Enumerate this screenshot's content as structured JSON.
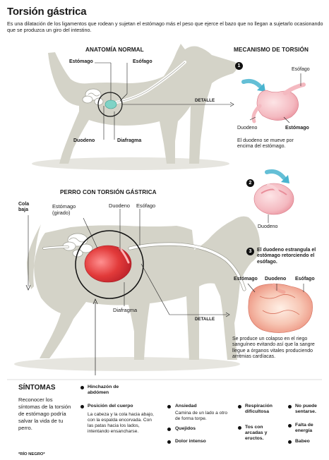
{
  "header": {
    "title": "Torsión gástrica",
    "subtitle": "Es una dilatación de los ligamentos que rodean y sujetan el estómago más el peso que ejerce el bazo que no llegan a sujetarlo ocasionando que se produzca un giro del intestino."
  },
  "normal": {
    "heading": "ANATOMÍA NORMAL",
    "labels": {
      "stomach": "Estómago",
      "esophagus": "Esófago",
      "duodenum": "Duodeno",
      "diaphragm": "Diafragma",
      "detail": "DETALLE"
    }
  },
  "mechanism": {
    "heading": "MECANISMO DE TORSIÓN",
    "steps": [
      {
        "number": "1",
        "labels": {
          "esophagus": "Esófago",
          "duodenum": "Duodeno",
          "stomach": "Estómago"
        },
        "caption": "El duodeno se mueve por encima del estómago."
      },
      {
        "number": "2",
        "labels": {
          "duodenum": "Duodeno"
        }
      },
      {
        "number": "3",
        "caption": "El duodeno estrangula el estómago retorciendo el esófago.",
        "labels": {
          "stomach": "Estómago",
          "duodenum": "Duodeno",
          "esophagus": "Esófago"
        }
      }
    ],
    "collapse_text": "Se produce un colapso en el riego sanguíneo evitando así que la sangre llegue a órganos vitales produciendo arritmias cardíacas."
  },
  "torsion": {
    "heading": "PERRO CON TORSIÓN GÁSTRICA",
    "labels": {
      "tail": "Cola baja",
      "stomach": "Estómago (girado)",
      "duodenum": "Duodeno",
      "esophagus": "Esófago",
      "diaphragm": "Diafragma",
      "detail": "DETALLE"
    }
  },
  "symptoms": {
    "title": "SÍNTOMAS",
    "intro": "Reconocer los síntomas de la torsión de estómago podría salvar la vida de tu perro.",
    "items": [
      {
        "title": "Hinchazón de abdómen",
        "desc": ""
      },
      {
        "title": "Posición del cuerpo",
        "desc": "La cabeza y la cola hacia abajo, con la espalda encorvada. Con las patas hacia los lados, intentando ensancharse."
      },
      {
        "title": "Ansiedad",
        "desc": "Camina de un lado a otro de forma torpe."
      },
      {
        "title": "Quejidos",
        "desc": ""
      },
      {
        "title": "Dolor intenso",
        "desc": ""
      },
      {
        "title": "Respiración dificultosa",
        "desc": ""
      },
      {
        "title": "Tos con arcadas y eructos.",
        "desc": ""
      },
      {
        "title": "No puede sentarse.",
        "desc": ""
      },
      {
        "title": "Falta de energía",
        "desc": ""
      },
      {
        "title": "Babeo",
        "desc": ""
      }
    ]
  },
  "footer": {
    "source": "*RÍO NEGRO*"
  },
  "colors": {
    "dog": "#d4d3c8",
    "shadow": "#e4e3dc",
    "stomach_normal": "#7fd3c6",
    "stomach_torsion": "#e23a3a",
    "organ_pink": "#f4b9c0",
    "arrow": "#49b4cf"
  }
}
